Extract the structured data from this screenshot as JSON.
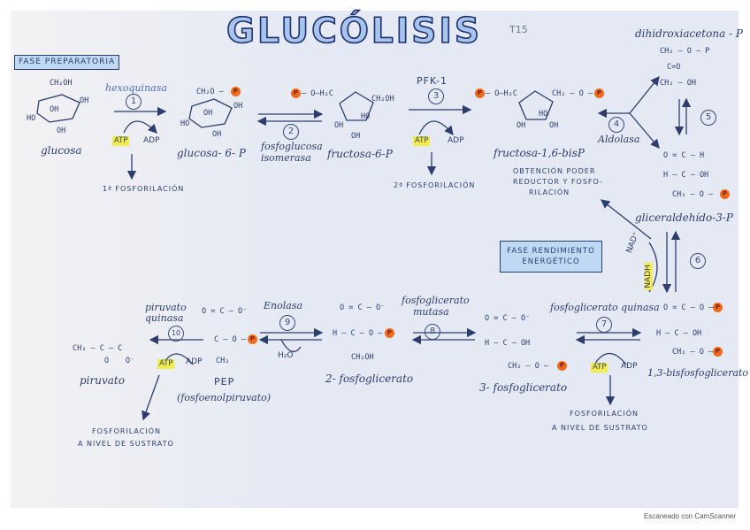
{
  "title": "GLUCÓLISIS",
  "corner_note": "T15",
  "phase1_label": "FASE PREPARATORIA",
  "phase2_label": "FASE RENDIMIENTO ENERGÉTICO",
  "phosphate_symbol": "P",
  "colors": {
    "accent": "#ef6a1c",
    "highlight": "#f4ec4a",
    "ink": "#2c3e6e"
  },
  "structures": {
    "glucosa_ring": {
      "ch2oh": "CH₂OH",
      "oh1": "OH",
      "oh2": "HO",
      "oh3": "OH",
      "oh4": "OH"
    },
    "g6p_ring": {
      "ch2o": "CH₂O –",
      "oh1": "OH",
      "oh2": "OH",
      "oh3": "HO",
      "oh4": "OH"
    },
    "f6p_ring": {
      "left": "– O–H₂C",
      "right": "CH₂OH",
      "ho": "HO",
      "oh1": "OH",
      "oh2": "OH"
    },
    "fbp_ring": {
      "left": "– O–H₂C",
      "right": "CH₂ – O –",
      "ho": "HO",
      "oh1": "OH",
      "oh2": "OH"
    },
    "dhap": [
      "CH₂ – O – P",
      "C=O",
      "CH₂ – OH"
    ],
    "gap": [
      "O = C – H",
      "H – C – OH",
      "CH₂ – O –"
    ],
    "bpg13": [
      "O = C – O –",
      "H – C – OH",
      "CH₂ – O –"
    ],
    "pg3": [
      "O = C – O⁻",
      "H – C – OH",
      "CH₂ – O –"
    ],
    "pg2": [
      "O = C – O⁻",
      "H – C – O –",
      "CH₂OH"
    ],
    "pep": [
      "O = C – O⁻",
      "C – O –",
      "CH₂"
    ],
    "pyr": [
      "CH₃ – C – C",
      "O",
      "O⁻"
    ]
  },
  "metabolites": {
    "glucosa": "glucosa",
    "g6p": "glucosa- 6- P",
    "f6p": "fructosa-6-P",
    "fbp": "fructosa-1,6-bisP",
    "dhap": "dihidroxiacetona - P",
    "gap": "gliceraldehído-3-P",
    "bpg13": "1,3-bisfosfoglicerato",
    "pg3": "3- fosfoglicerato",
    "pg2": "2- fosfoglicerato",
    "pep": "PEP",
    "pep_full": "(fosfoenolpiruvato)",
    "pyruvate": "piruvato"
  },
  "enzymes": {
    "e1": "hexoquinasa",
    "e2_line1": "fosfoglucosa",
    "e2_line2": "isomerasa",
    "e3": "PFK-1",
    "e4": "Aldolasa",
    "e7": "fosfoglicerato quinasa",
    "e8_line1": "fosfoglicerato",
    "e8_line2": "mutasa",
    "e9": "Enolasa",
    "e10_line1": "piruvato",
    "e10_line2": "quinasa",
    "e6_side": "NAD⁺",
    "e6_side2": "NADH"
  },
  "steps": [
    "1",
    "2",
    "3",
    "4",
    "5",
    "6",
    "7",
    "8",
    "9",
    "10"
  ],
  "cofactors": {
    "atp": "ATP",
    "adp": "ADP",
    "water": "H₂O"
  },
  "notes": {
    "first_phos": "1ª FOSFORILACIÓN",
    "second_phos": "2ª FOSFORILACIÓN",
    "reducing_line1": "OBTENCIÓN PODER",
    "reducing_line2": "REDUCTOR Y FOSFO-",
    "reducing_line3": "RILACIÓN",
    "substrate_line1": "FOSFORILACIÓN",
    "substrate_line2": "A NIVEL DE SUSTRATO"
  },
  "footer": "Escaneado con CamScanner"
}
